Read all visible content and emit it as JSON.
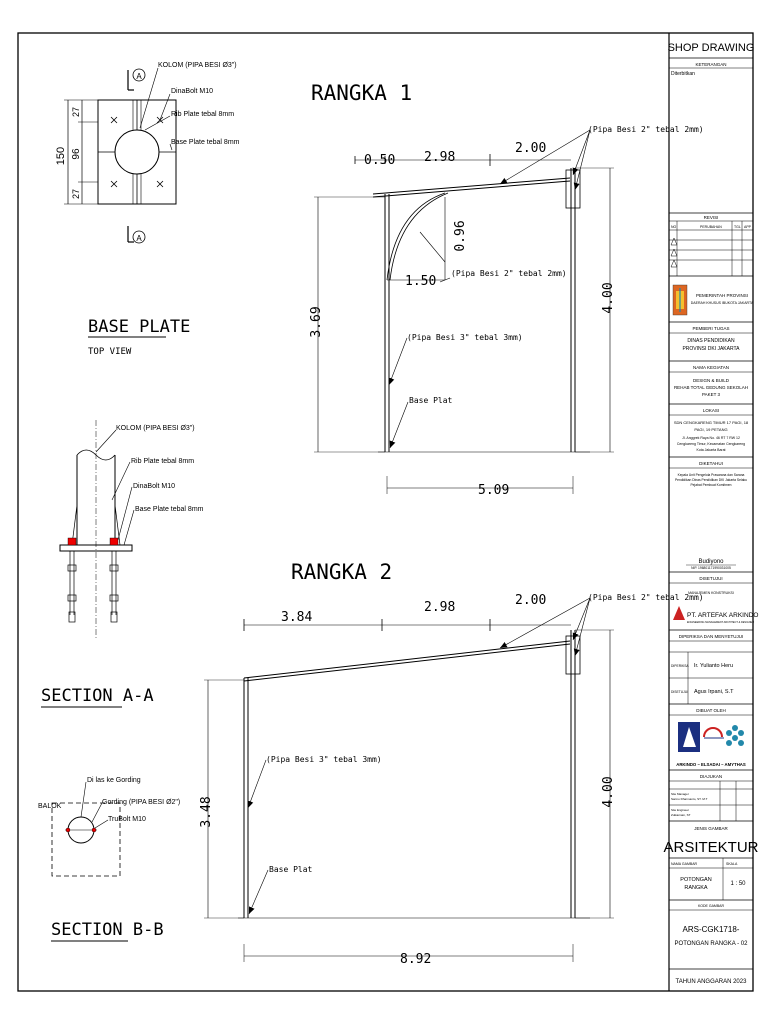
{
  "title_block": {
    "header": "SHOP DRAWING",
    "keterangan_label": "KETERANGAN",
    "keterangan_value": "Diterbitkan",
    "revisi_label": "REVISI",
    "revisi_cols": [
      "NO",
      "PERUBAHAN",
      "TGL",
      "APP"
    ],
    "gov_line1": "PEMERINTAH PROVINSI",
    "gov_line2": "DAERAH KHUSUS IBUKOTA JAKARTA",
    "pemberi_label": "PEMBERI TUGAS",
    "pemberi_line1": "DINAS PENDIDIKAN",
    "pemberi_line2": "PROVINSI DKI JAKARTA",
    "kegiatan_label": "NAMA KEGIATAN",
    "kegiatan_line1": "DESIGN & BUILD",
    "kegiatan_line2": "REHAB TOTAL GEDUNG SEKOLAH",
    "kegiatan_line3": "PAKET 3",
    "lokasi_label": "LOKASI",
    "lokasi_line1": "SDN CENGKARENG TIMUR 17 PAGI, 18",
    "lokasi_line2": "PAGI, 19 PETANG",
    "lokasi_line3": "Jl. Anggrek Raya No. 46 RT 7 RW 12",
    "lokasi_line4": "Cengkareng Timur, Kecamatan Cengkareng",
    "lokasi_line5": "Kota Jakarta Barat",
    "diketahui_label": "DIKETAHUI",
    "diketahui_line1": "Kepala Unit Pengelola Prasarana dan Sarana",
    "diketahui_line2": "Pendidikan Dinas Pendidikan DKI Jakarta Selaku",
    "diketahui_line3": "Pejabat Pembuat Komitmen",
    "signer_name": "Budiyono",
    "signer_nip": "NIP. 196801171990031005",
    "disetujui_label": "DISETUJUI",
    "mk_label": "MANAJEMEN KONSTRUKSI",
    "mk_company": "PT. ARTEFAK  ARKINDO",
    "mk_tagline": "ENGINEERING MANAGEMENT ARCHITECT & DESIGNER",
    "diperiksa_label": "DIPERIKSA DAN MENYETUJUI",
    "diperiksa_role1": "DIPERIKSA",
    "diperiksa_name1": "Ir. Yulianto Heru",
    "diperiksa_role2": "DISETUJUI",
    "diperiksa_name2": "Agus Irpani, S.T",
    "dibuat_label": "DIBUAT OLEH",
    "kso_name": "ARKINDO – ELSADAI – AMYTHAS",
    "diajukan_label": "DIAJUKAN",
    "diajukan_row1": "Site Manager",
    "diajukan_name1": "Sarmo Dharmanto, ST. M.T",
    "diajukan_row2": "Site Engineer",
    "diajukan_name2": "Zulkarnain, ST",
    "jenis_label": "JENIS GAMBAR",
    "jenis_value": "ARSITEKTUR",
    "nama_gambar_label": "NAMA GAMBAR",
    "skala_label": "SKALA",
    "nama_gambar_line1": "POTONGAN",
    "nama_gambar_line2": "RANGKA",
    "skala_value": "1 : 50",
    "kode_label": "KODE GAMBAR",
    "kode_line1": "ARS-CGK1718-",
    "kode_line2": "POTONGAN RANGKA - 02",
    "tahun": "TAHUN ANGGARAN 2023"
  },
  "drawing": {
    "base_plate": {
      "title": "BASE PLATE",
      "subtitle": "TOP VIEW",
      "label_kolom": "KOLOM (PIPA BESI Ø3\")",
      "label_dinabolt": "DinaBolt M10",
      "label_rib": "Rib Plate tebal 8mm",
      "label_base": "Base Plate tebal 8mm",
      "dim_150": "150",
      "dim_96": "96",
      "dim_27a": "27",
      "dim_27b": "27",
      "section_marker": "A"
    },
    "section_aa": {
      "title": "SECTION A-A",
      "label_kolom": "KOLOM (PIPA BESI Ø3\")",
      "label_rib": "Rib Plate tebal 8mm",
      "label_dinabolt": "DinaBolt M10",
      "label_base": "Base Plate tebal 8mm"
    },
    "section_bb": {
      "title": "SECTION B-B",
      "label_las": "Di las ke Gording",
      "label_balok": "BALOK",
      "label_gording": "Gording (PIPA BESI Ø2\")",
      "label_trubolt": "TruBolt M10"
    },
    "rangka1": {
      "title": "RANGKA 1",
      "dim_050": "0.50",
      "dim_298": "2.98",
      "dim_200": "2.00",
      "dim_096": "0.96",
      "dim_150": "1.50",
      "dim_369": "3.69",
      "dim_400": "4.00",
      "dim_509": "5.09",
      "label_pipa2": "(Pipa Besi 2\" tebal 2mm)",
      "label_pipa2b": "(Pipa Besi 2\" tebal 2mm)",
      "label_pipa3": "(Pipa Besi 3\" tebal 3mm)",
      "label_base": "Base Plat"
    },
    "rangka2": {
      "title": "RANGKA 2",
      "dim_384": "3.84",
      "dim_298": "2.98",
      "dim_200": "2.00",
      "dim_348": "3.48",
      "dim_400": "4.00",
      "dim_892": "8.92",
      "label_pipa2": "(Pipa Besi 2\" tebal 2mm)",
      "label_pipa3": "(Pipa Besi 3\" tebal 3mm)",
      "label_base": "Base Plat"
    }
  }
}
